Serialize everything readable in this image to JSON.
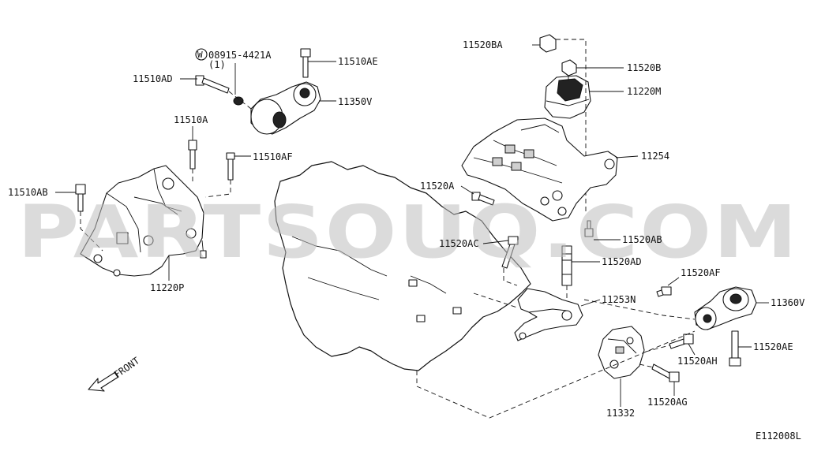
{
  "diagram": {
    "watermark": "PARTSOUQ.COM",
    "figure_code": "E112008L",
    "front_label": "FRONT",
    "washer_symbol": "W",
    "washer_part": "08915-4421A",
    "washer_qty": "(1)",
    "labels": {
      "p11510AE": "11510AE",
      "p11510AD": "11510AD",
      "p11350V": "11350V",
      "p11510A": "11510A",
      "p11510AF": "11510AF",
      "p11510AB": "11510AB",
      "p11220P": "11220P",
      "p11520BA": "11520BA",
      "p11520B": "11520B",
      "p11220M": "11220M",
      "p11254": "11254",
      "p11520A": "11520A",
      "p11520AB": "11520AB",
      "p11520AC": "11520AC",
      "p11520AD": "11520AD",
      "p11520AF": "11520AF",
      "p11253N": "11253N",
      "p11360V": "11360V",
      "p11520AE": "11520AE",
      "p11520AH": "11520AH",
      "p11520AG": "11520AG",
      "p11332": "11332"
    },
    "colors": {
      "line": "#111111",
      "watermark": "#bdbdbd",
      "background": "#ffffff"
    }
  }
}
